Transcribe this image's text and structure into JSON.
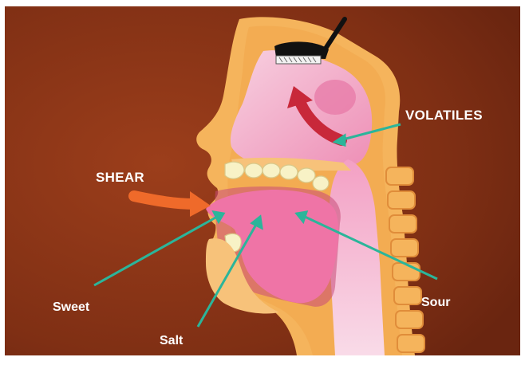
{
  "labels": {
    "volatiles": "VOLATILES",
    "shear": "SHEAR",
    "sweet": "Sweet",
    "salt": "Salt",
    "sour": "Sour"
  },
  "colors": {
    "background": "#8a3416",
    "tissue": "#f5b45c",
    "cavity_pink": "#f07fae",
    "nasal_pink": "#f2a6c8",
    "pointer": "#2bb59a",
    "flow_arrow": "#c8283a",
    "shear_arrow": "#ef6a2a",
    "text": "#ffffff"
  },
  "icons": {
    "sensor": "smell-sensor-icon",
    "teeth": "teeth-icon"
  }
}
